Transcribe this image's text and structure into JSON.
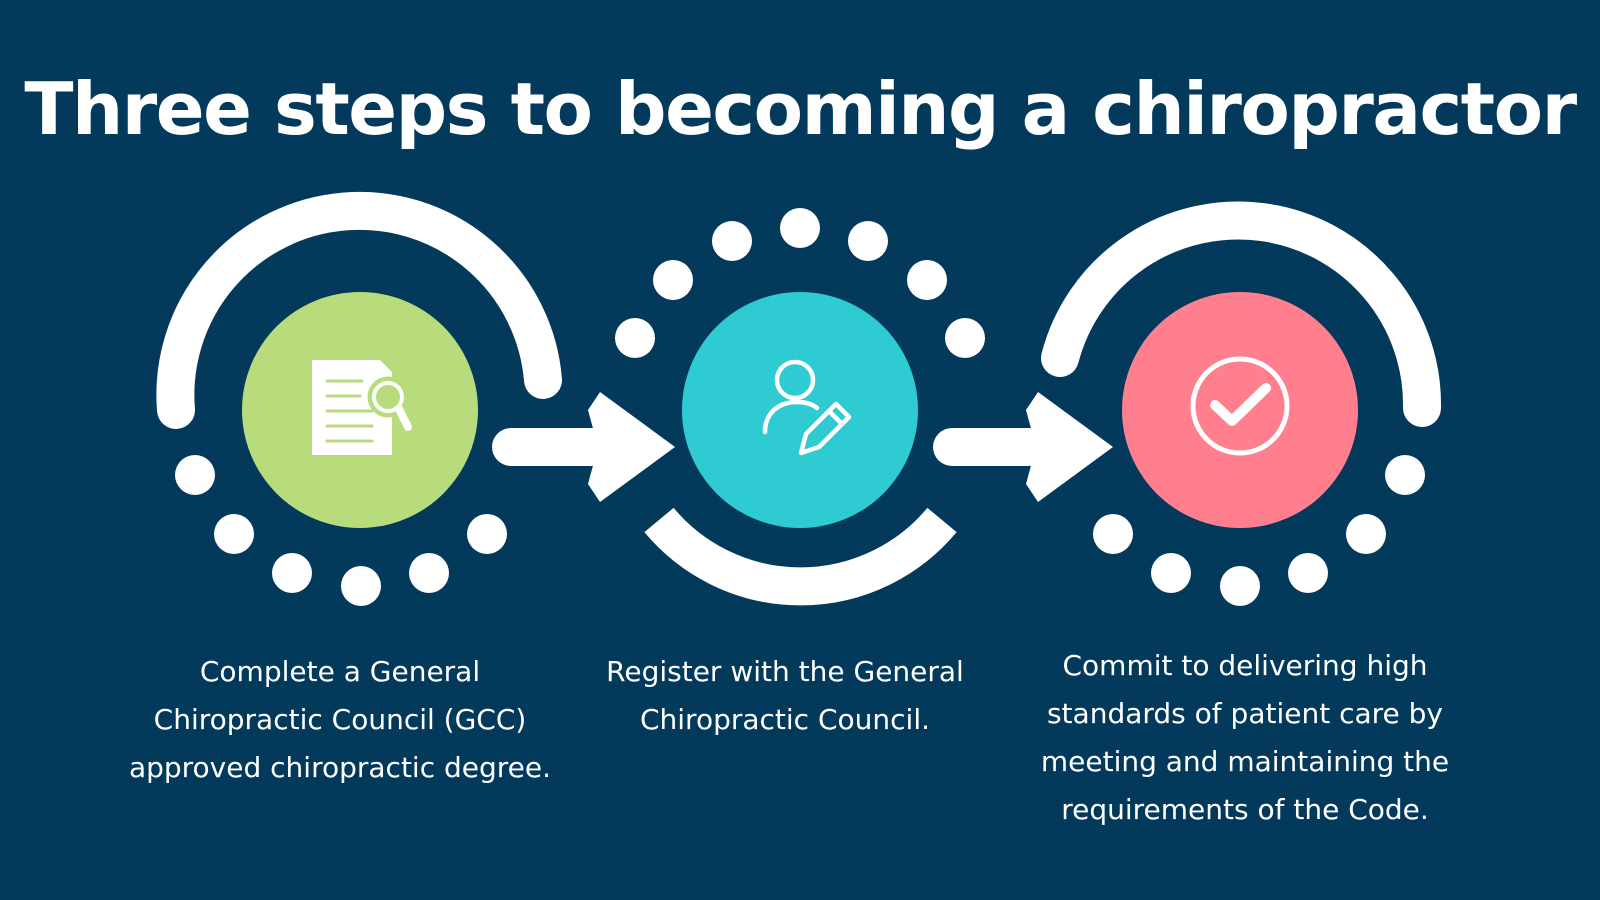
{
  "title": "Three steps to becoming a chiropractor",
  "colors": {
    "background": "#033a5c",
    "foreground": "#ffffff",
    "step1": "#b8dc7c",
    "step2": "#2ecbd3",
    "step3": "#ff7f8f"
  },
  "steps": [
    {
      "icon": "document-magnifier-icon",
      "text": "Complete a General\nChiropractic Council (GCC)\napproved chiropractic degree."
    },
    {
      "icon": "user-edit-icon",
      "text": "Register with the General\nChiropractic Council."
    },
    {
      "icon": "checkmark-circle-icon",
      "text": "Commit to delivering high\nstandards of patient care by\nmeeting and maintaining the\nrequirements of the Code."
    }
  ]
}
